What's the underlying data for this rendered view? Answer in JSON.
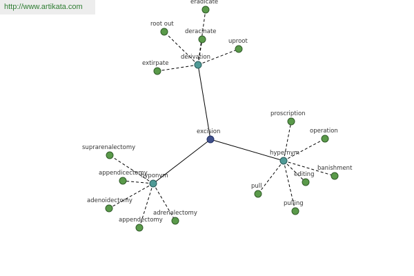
{
  "watermark": "http://www.artikata.com",
  "graph": {
    "root": {
      "id": "excision",
      "label": "excision"
    },
    "hubs": [
      {
        "id": "derivation",
        "label": "derivation"
      },
      {
        "id": "hypernym",
        "label": "hypernym"
      },
      {
        "id": "hyponym",
        "label": "hyponym"
      }
    ],
    "leaves": [
      {
        "id": "eradicate",
        "label": "eradicate",
        "parent": "derivation"
      },
      {
        "id": "root-out",
        "label": "root out",
        "parent": "derivation"
      },
      {
        "id": "deracinate",
        "label": "deracinate",
        "parent": "derivation"
      },
      {
        "id": "uproot",
        "label": "uproot",
        "parent": "derivation"
      },
      {
        "id": "extirpate",
        "label": "extirpate",
        "parent": "derivation"
      },
      {
        "id": "proscription",
        "label": "proscription",
        "parent": "hypernym"
      },
      {
        "id": "operation",
        "label": "operation",
        "parent": "hypernym"
      },
      {
        "id": "banishment",
        "label": "banishment",
        "parent": "hypernym"
      },
      {
        "id": "editing",
        "label": "editing",
        "parent": "hypernym"
      },
      {
        "id": "pull",
        "label": "pull",
        "parent": "hypernym"
      },
      {
        "id": "pulling",
        "label": "pulling",
        "parent": "hypernym"
      },
      {
        "id": "suprarenalectomy",
        "label": "suprarenalectomy",
        "parent": "hyponym"
      },
      {
        "id": "appendicectomy",
        "label": "appendicectomy",
        "parent": "hyponym"
      },
      {
        "id": "adenoidectomy",
        "label": "adenoidectomy",
        "parent": "hyponym"
      },
      {
        "id": "appendectomy",
        "label": "appendectomy",
        "parent": "hyponym"
      },
      {
        "id": "adrenalectomy",
        "label": "adrenalectomy",
        "parent": "hyponym"
      }
    ]
  }
}
